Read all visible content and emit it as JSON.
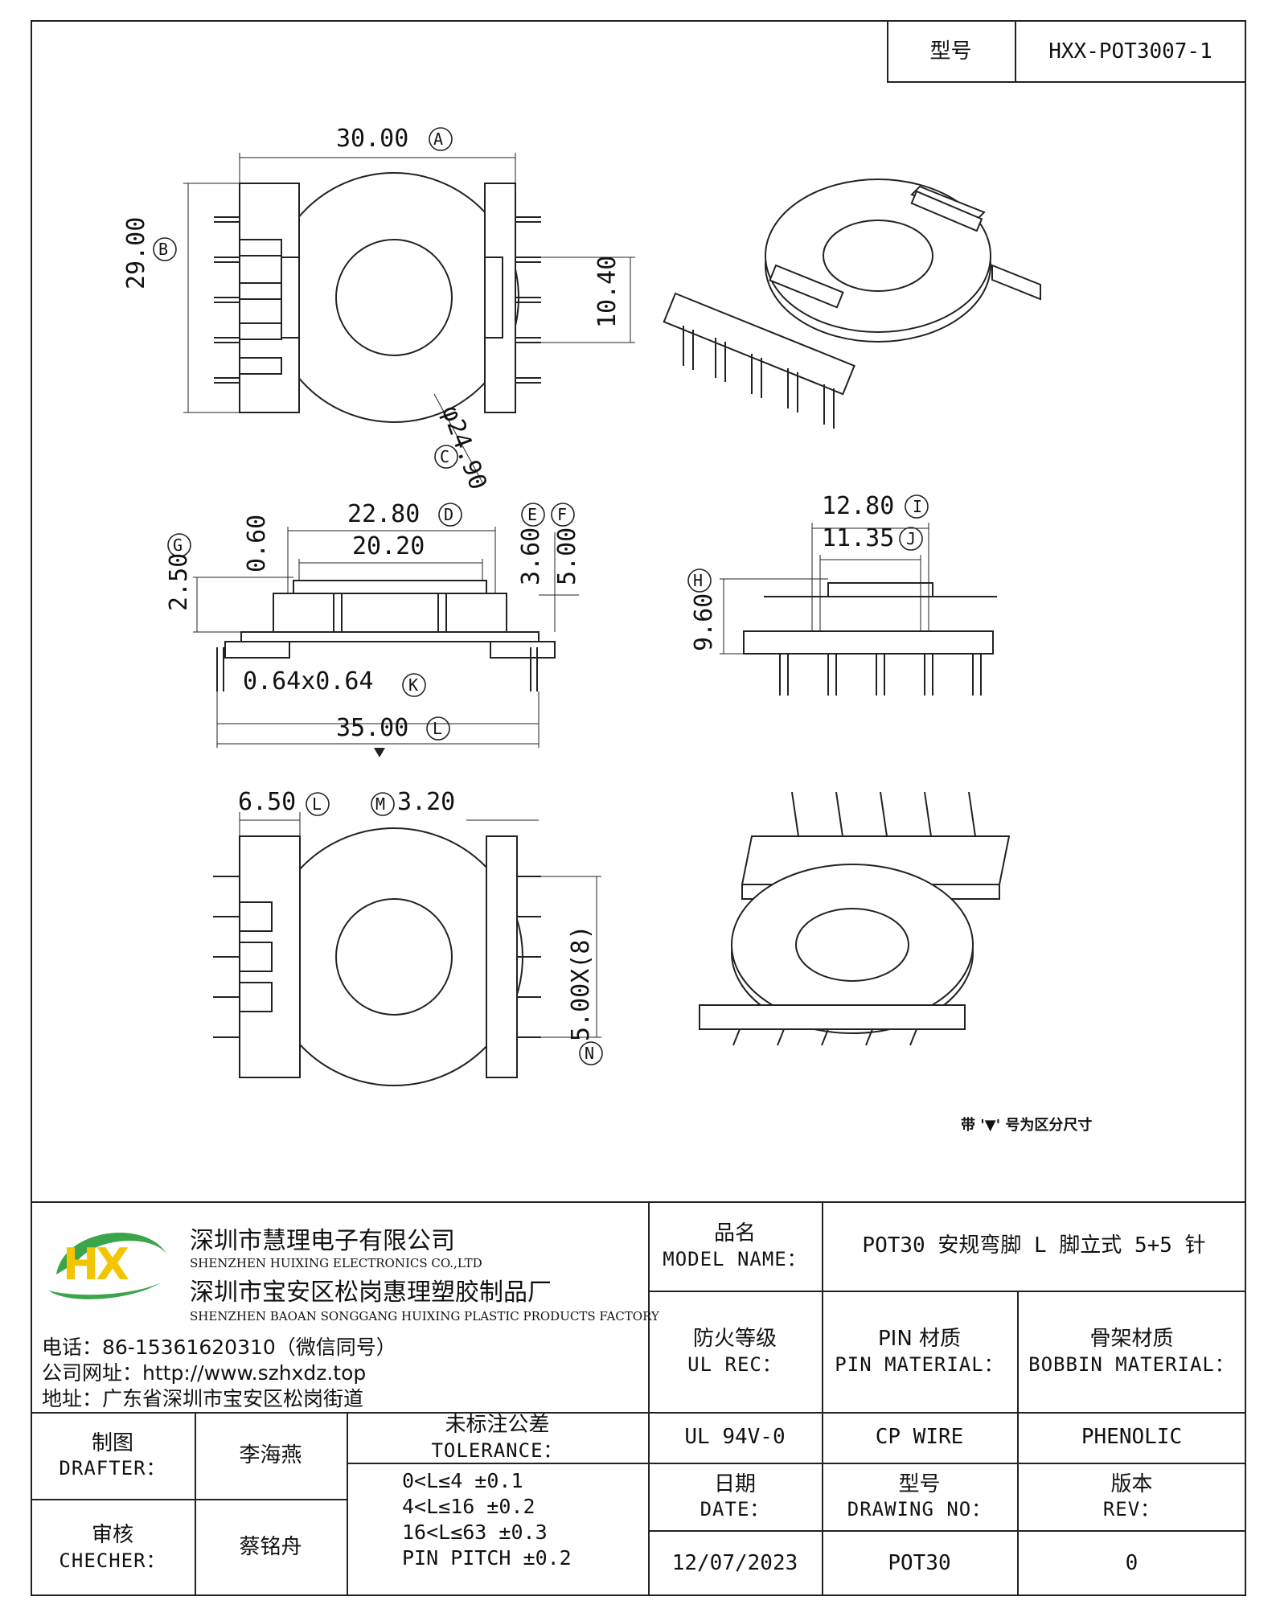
{
  "header": {
    "model_label": "型号",
    "model_value": "HXX-POT3007-1"
  },
  "drawing": {
    "dims": {
      "a": "30.00",
      "b": "29.00",
      "c": "φ24.90",
      "pin_span": "10.40",
      "d": "22.80",
      "inner": "20.20",
      "top_gap": "0.60",
      "g": "2.50",
      "e": "3.60",
      "f": "5.00",
      "k": "0.64x0.64",
      "l_total": "35.00",
      "i": "12.80",
      "j": "11.35",
      "h": "9.60",
      "l": "6.50",
      "m": "3.20",
      "n": "5.00X(8)"
    },
    "markers": {
      "a": "A",
      "b": "B",
      "c": "C",
      "d": "D",
      "e": "E",
      "f": "F",
      "g": "G",
      "h": "H",
      "i": "I",
      "j": "J",
      "k": "K",
      "l_total": "L",
      "l": "L",
      "m": "M",
      "n": "N"
    },
    "note": "带 '▼' 号为区分尺寸"
  },
  "company": {
    "name_cn": "深圳市慧理电子有限公司",
    "name_en": "SHENZHEN HUIXING ELECTRONICS CO.,LTD",
    "factory_cn": "深圳市宝安区松岗惠理塑胶制品厂",
    "factory_en": "SHENZHEN BAOAN SONGGANG HUIXING PLASTIC PRODUCTS FACTORY",
    "phone": "电话：86-15361620310（微信同号）",
    "website": "公司网址：http://www.szhxdz.top",
    "address": "地址：广东省深圳市宝安区松岗街道",
    "logo_text": "HX",
    "logo_color_green": "#3aa54a",
    "logo_color_yellow": "#f2c500"
  },
  "title_block": {
    "model_name_cn": "品名",
    "model_name_en": "MODEL NAME：",
    "model_name_value": "POT30 安规弯脚 L 脚立式 5+5 针",
    "ul_cn": "防火等级",
    "ul_en": "UL REC：",
    "pin_cn": "PIN 材质",
    "pin_en": "PIN MATERIAL：",
    "bobbin_cn": "骨架材质",
    "bobbin_en": "BOBBIN MATERIAL：",
    "ul_value": "UL 94V-0",
    "pin_value": "CP WIRE",
    "bobbin_value": "PHENOLIC",
    "drafter_cn": "制图",
    "drafter_en": "DRAFTER：",
    "drafter_value": "李海燕",
    "checker_cn": "审核",
    "checker_en": "CHECHER：",
    "checker_value": "蔡铭舟",
    "tolerance_cn": "未标注公差",
    "tolerance_en": "TOLERANCE：",
    "tolerances": [
      "0<L≤4   ±0.1",
      "4<L≤16  ±0.2",
      "16<L≤63  ±0.3",
      "PIN PITCH  ±0.2"
    ],
    "date_cn": "日期",
    "date_en": "DATE：",
    "date_value": "12/07/2023",
    "drawing_no_cn": "型号",
    "drawing_no_en": "DRAWING NO：",
    "drawing_no_value": "POT30",
    "rev_cn": "版本",
    "rev_en": "REV：",
    "rev_value": "0"
  }
}
